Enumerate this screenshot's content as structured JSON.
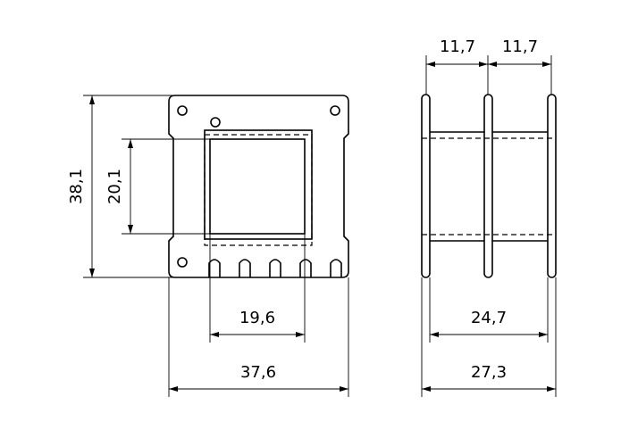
{
  "dimensions": {
    "overall_height": "38,1",
    "window_height": "20,1",
    "window_width": "19,6",
    "overall_width": "37,6",
    "section_width_left": "11,7",
    "section_width_right": "11,7",
    "inner_length": "24,7",
    "overall_length": "27,3"
  }
}
